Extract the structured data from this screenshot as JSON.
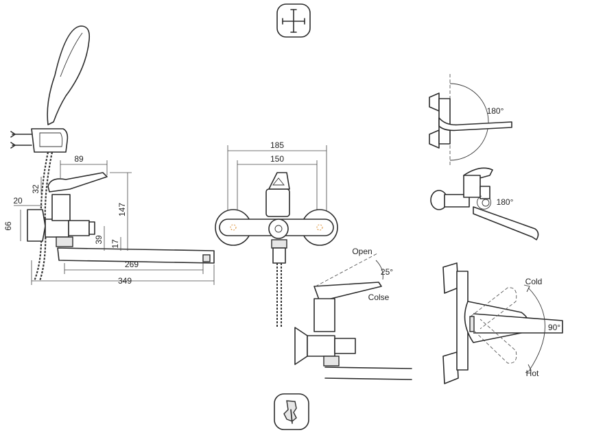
{
  "dimensions": {
    "w89": "89",
    "w32": "32",
    "w20": "20",
    "h66": "66",
    "h147": "147",
    "h39": "39",
    "h17": "17",
    "w269": "269",
    "w349": "349",
    "w185": "185",
    "w150": "150"
  },
  "angles": {
    "swivel_top": "180°",
    "swivel_side": "180°",
    "tilt": "25°",
    "rotate": "90°"
  },
  "labels": {
    "open": "Open",
    "close": "Colse",
    "cold": "Cold",
    "hot": "Hot"
  },
  "icons": {
    "top": "crosshair-install-icon",
    "bottom": "wrench-hand-icon"
  }
}
